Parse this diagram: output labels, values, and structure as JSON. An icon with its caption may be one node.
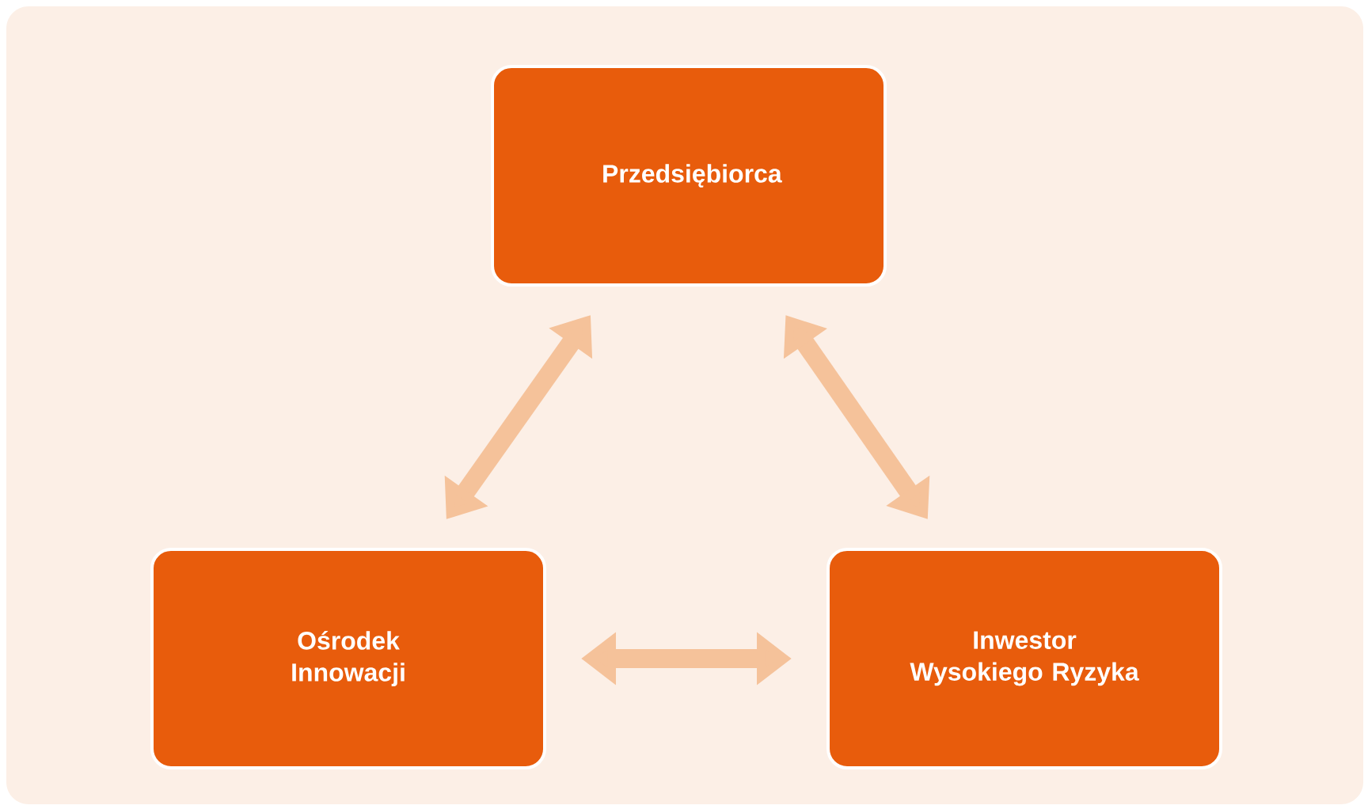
{
  "diagram": {
    "nodes": [
      {
        "text": [
          "Przedsiębiorca"
        ]
      },
      {
        "text": [
          "Ośrodek Innowacji"
        ]
      },
      {
        "text": [
          "Inwestor Wysokiego Ryzyka"
        ]
      }
    ],
    "edges": [
      {
        "from": 0,
        "to": 1,
        "arrow": "both"
      },
      {
        "from": 0,
        "to": 2,
        "arrow": "both"
      },
      {
        "from": 1,
        "to": 2,
        "arrow": "both"
      }
    ]
  }
}
